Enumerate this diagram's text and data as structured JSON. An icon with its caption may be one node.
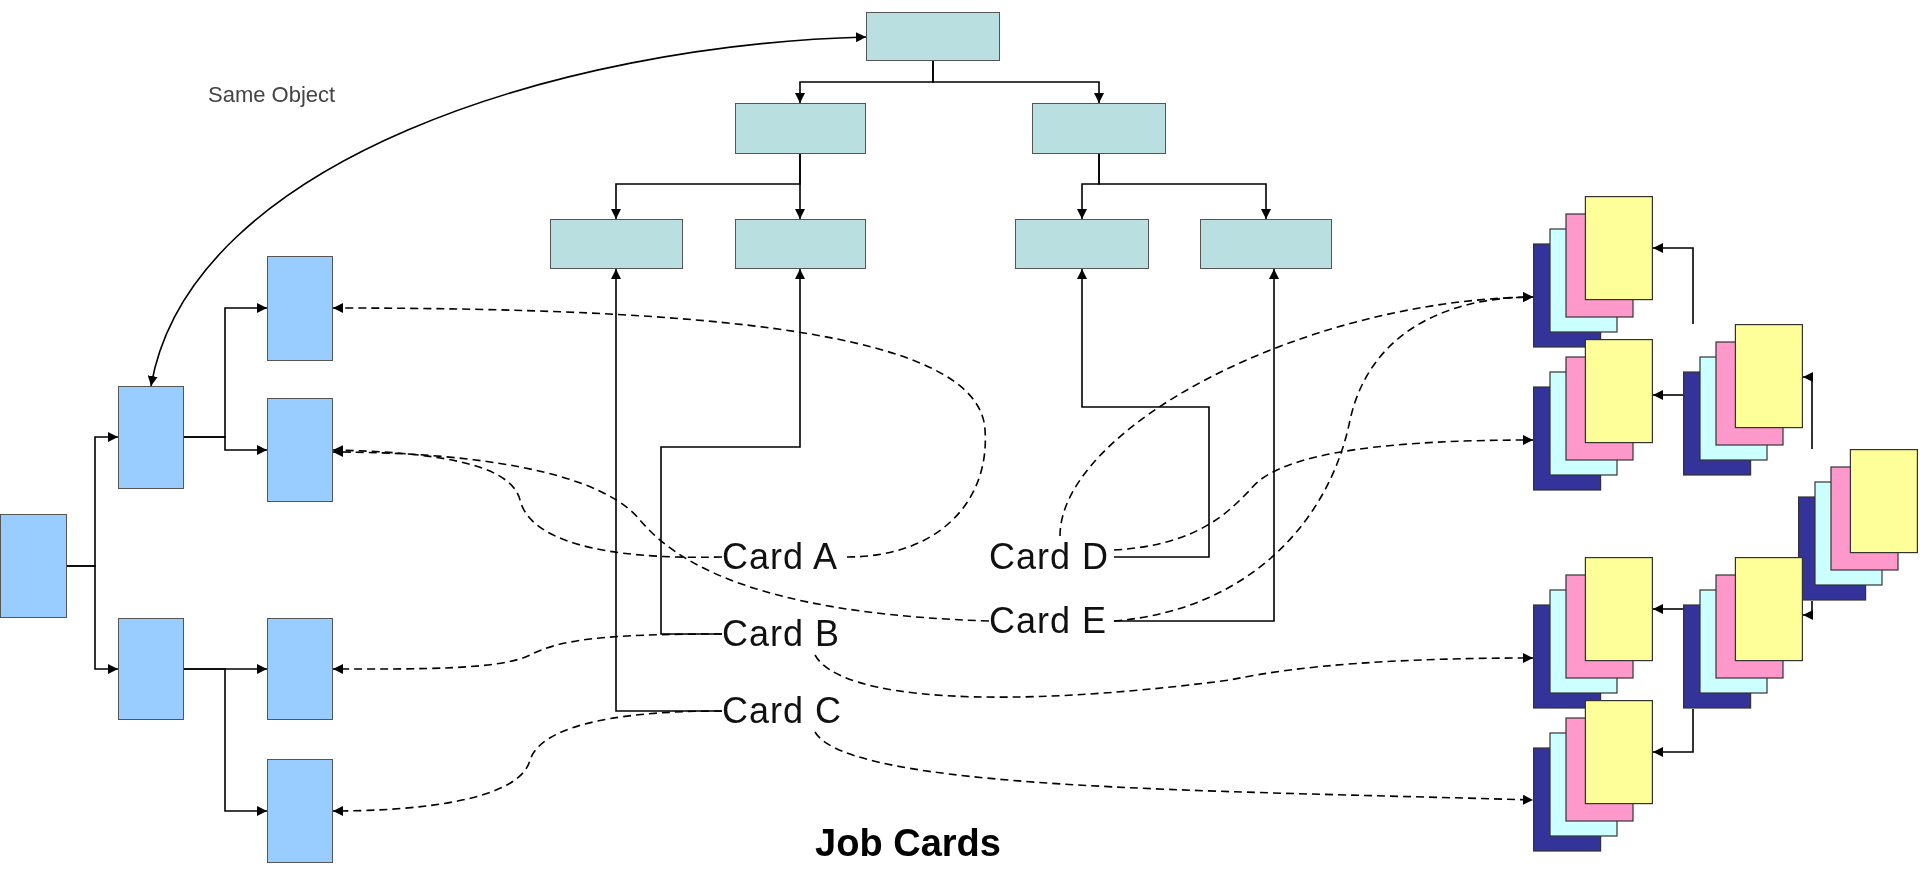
{
  "diagram": {
    "caption": "Job Cards",
    "nodes": [
      {
        "text": [],
        "shape": "box"
      },
      {
        "text": [],
        "shape": "box"
      },
      {
        "text": [],
        "shape": "box"
      },
      {
        "text": [],
        "shape": "box"
      },
      {
        "text": [],
        "shape": "box"
      },
      {
        "text": [],
        "shape": "box"
      },
      {
        "text": [],
        "shape": "box"
      },
      {
        "text": [],
        "shape": "box"
      },
      {
        "text": [],
        "shape": "box"
      },
      {
        "text": [],
        "shape": "box"
      },
      {
        "text": [],
        "shape": "box"
      },
      {
        "text": [],
        "shape": "box"
      },
      {
        "text": [],
        "shape": "box"
      },
      {
        "text": [],
        "shape": "box"
      },
      {
        "text": [
          "Card A"
        ]
      },
      {
        "text": [
          "Card B"
        ]
      },
      {
        "text": [
          "Card C"
        ]
      },
      {
        "text": [
          "Card D"
        ]
      },
      {
        "text": [
          "Card E"
        ]
      },
      {
        "text": [],
        "shape": "stack"
      },
      {
        "text": [],
        "shape": "stack"
      },
      {
        "text": [],
        "shape": "stack"
      },
      {
        "text": [],
        "shape": "stack"
      },
      {
        "text": [],
        "shape": "stack"
      },
      {
        "text": [],
        "shape": "stack"
      },
      {
        "text": [],
        "shape": "stack"
      }
    ],
    "edges": [
      {
        "from": 0,
        "to": 1,
        "arrow": "to"
      },
      {
        "from": 0,
        "to": 2,
        "arrow": "to"
      },
      {
        "from": 1,
        "to": 3,
        "arrow": "to"
      },
      {
        "from": 1,
        "to": 4,
        "arrow": "to"
      },
      {
        "from": 2,
        "to": 5,
        "arrow": "to"
      },
      {
        "from": 2,
        "to": 6,
        "arrow": "to"
      },
      {
        "from": 7,
        "to": 8,
        "arrow": "to"
      },
      {
        "from": 7,
        "to": 9,
        "arrow": "to"
      },
      {
        "from": 8,
        "to": 10,
        "arrow": "to"
      },
      {
        "from": 8,
        "to": 11,
        "arrow": "to"
      },
      {
        "from": 9,
        "to": 12,
        "arrow": "to"
      },
      {
        "from": 9,
        "to": 13,
        "arrow": "to"
      },
      {
        "from": 0,
        "to": 8,
        "arrow": "both",
        "label": "Same Object"
      },
      {
        "from": 14,
        "to": 10,
        "arrow": "to",
        "style": "dashed"
      },
      {
        "from": 14,
        "to": 11,
        "arrow": "to",
        "style": "dashed"
      },
      {
        "from": 15,
        "to": 4,
        "arrow": "to"
      },
      {
        "from": 15,
        "to": 12,
        "arrow": "to",
        "style": "dashed"
      },
      {
        "from": 15,
        "to": 24,
        "arrow": "to",
        "style": "dashed"
      },
      {
        "from": 16,
        "to": 3,
        "arrow": "to"
      },
      {
        "from": 16,
        "to": 13,
        "arrow": "to",
        "style": "dashed"
      },
      {
        "from": 16,
        "to": 25,
        "arrow": "to",
        "style": "dashed"
      },
      {
        "from": 17,
        "to": 5,
        "arrow": "to"
      },
      {
        "from": 17,
        "to": 19,
        "arrow": "to",
        "style": "dashed"
      },
      {
        "from": 17,
        "to": 20,
        "arrow": "to",
        "style": "dashed"
      },
      {
        "from": 18,
        "to": 6,
        "arrow": "to"
      },
      {
        "from": 18,
        "to": 11,
        "arrow": "to",
        "style": "dashed"
      },
      {
        "from": 18,
        "to": 19,
        "arrow": "to",
        "style": "dashed"
      },
      {
        "from": 22,
        "to": 21,
        "arrow": "to"
      },
      {
        "from": 22,
        "to": 23,
        "arrow": "to"
      },
      {
        "from": 21,
        "to": 19,
        "arrow": "to"
      },
      {
        "from": 21,
        "to": 20,
        "arrow": "to"
      },
      {
        "from": 23,
        "to": 24,
        "arrow": "to"
      },
      {
        "from": 23,
        "to": 25,
        "arrow": "to"
      }
    ]
  }
}
